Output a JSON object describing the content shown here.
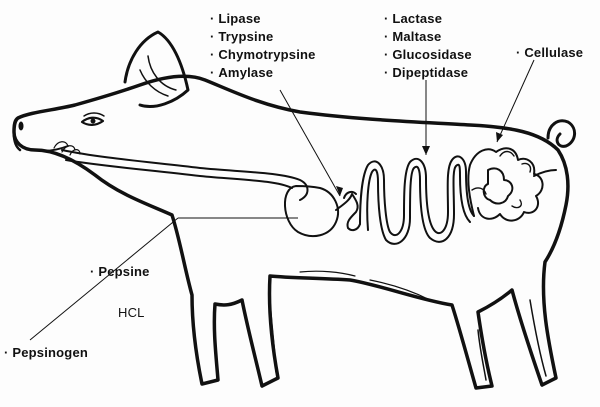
{
  "enzyme_groups": {
    "pancreatic": [
      "Lipase",
      "Trypsine",
      "Chymotrypsine",
      "Amylase"
    ],
    "intestinal": [
      "Lactase",
      "Maltase",
      "Glucosidase",
      "Dipeptidase"
    ],
    "large_intestine": [
      "Cellulase"
    ],
    "stomach": [
      "Pepsine",
      "HCL",
      "Pepsinogen"
    ]
  },
  "colors": {
    "ink": "#111111",
    "paper": "#fdfdfd"
  }
}
